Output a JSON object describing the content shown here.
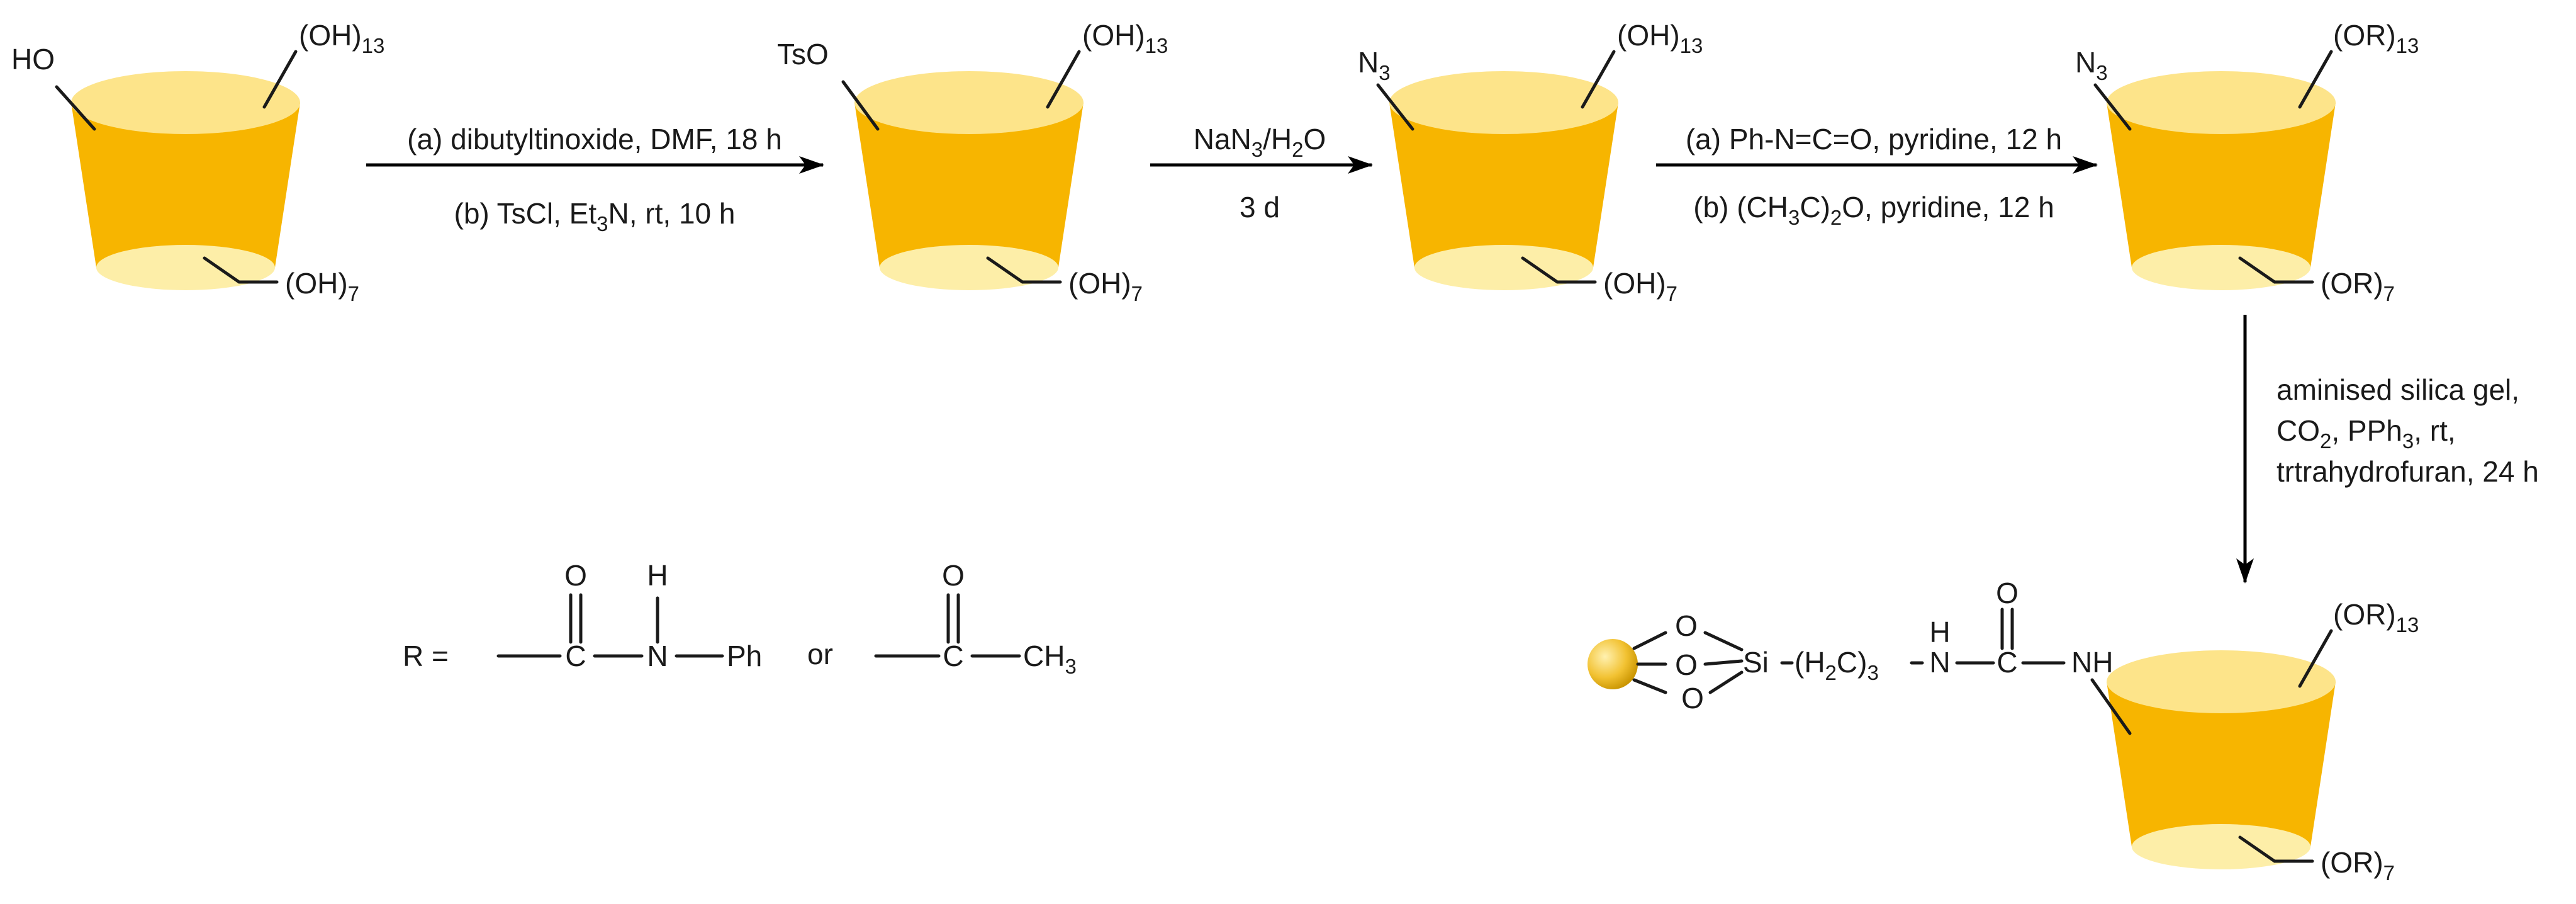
{
  "colors": {
    "cone_body": "#f7b500",
    "cone_rim": "#fde48a",
    "cone_bottom": "#fdeea8",
    "bead": "#f2c232",
    "ink": "#1a1a1a"
  },
  "compounds": [
    {
      "top_left": "HO",
      "top_right": {
        "base": "(OH)",
        "sub": "13"
      },
      "bottom": {
        "base": "(OH)",
        "sub": "7"
      }
    },
    {
      "top_left": "TsO",
      "top_right": {
        "base": "(OH)",
        "sub": "13"
      },
      "bottom": {
        "base": "(OH)",
        "sub": "7"
      }
    },
    {
      "top_left": {
        "base": "N",
        "sub": "3"
      },
      "top_right": {
        "base": "(OH)",
        "sub": "13"
      },
      "bottom": {
        "base": "(OH)",
        "sub": "7"
      }
    },
    {
      "top_left": {
        "base": "N",
        "sub": "3"
      },
      "top_right": {
        "base": "(OR)",
        "sub": "13"
      },
      "bottom": {
        "base": "(OR)",
        "sub": "7"
      }
    },
    {
      "top_right": {
        "base": "(OR)",
        "sub": "13"
      },
      "bottom": {
        "base": "(OR)",
        "sub": "7"
      }
    }
  ],
  "steps": [
    {
      "above": "(a) dibutyltinoxide, DMF, 18 h",
      "below": {
        "a": "(b) TsCl, Et",
        "sub": "3",
        "b": "N, rt, 10 h"
      }
    },
    {
      "above": {
        "a": "NaN",
        "s1": "3",
        "b": "/H",
        "s2": "2",
        "c": "O"
      },
      "below": "3 d"
    },
    {
      "above": "(a) Ph-N=C=O, pyridine, 12 h",
      "below": {
        "a": "(b) (CH",
        "s1": "3",
        "b": "C)",
        "s2": "2",
        "c": "O, pyridine, 12 h"
      }
    },
    {
      "line1": "aminised silica gel,",
      "line2": {
        "a": "CO",
        "s1": "2",
        "b": ", PPh",
        "s2": "3",
        "c": ", rt,"
      },
      "line3": "trtrahydrofuran, 24 h"
    }
  ],
  "r_group": {
    "label": "R =",
    "carbamoyl": {
      "o": "O",
      "c": "C",
      "n": "N",
      "h": "H",
      "ph": "Ph"
    },
    "or_text": "or",
    "acetyl": {
      "o": "O",
      "c": "C",
      "ch": "CH",
      "sub": "3"
    }
  },
  "linker": {
    "o": "O",
    "si": "Si",
    "chain": {
      "a": "(H",
      "s1": "2",
      "b": "C)",
      "s2": "3"
    },
    "n": "N",
    "h": "H",
    "c": "C",
    "o_top": "O",
    "nh": "NH"
  }
}
